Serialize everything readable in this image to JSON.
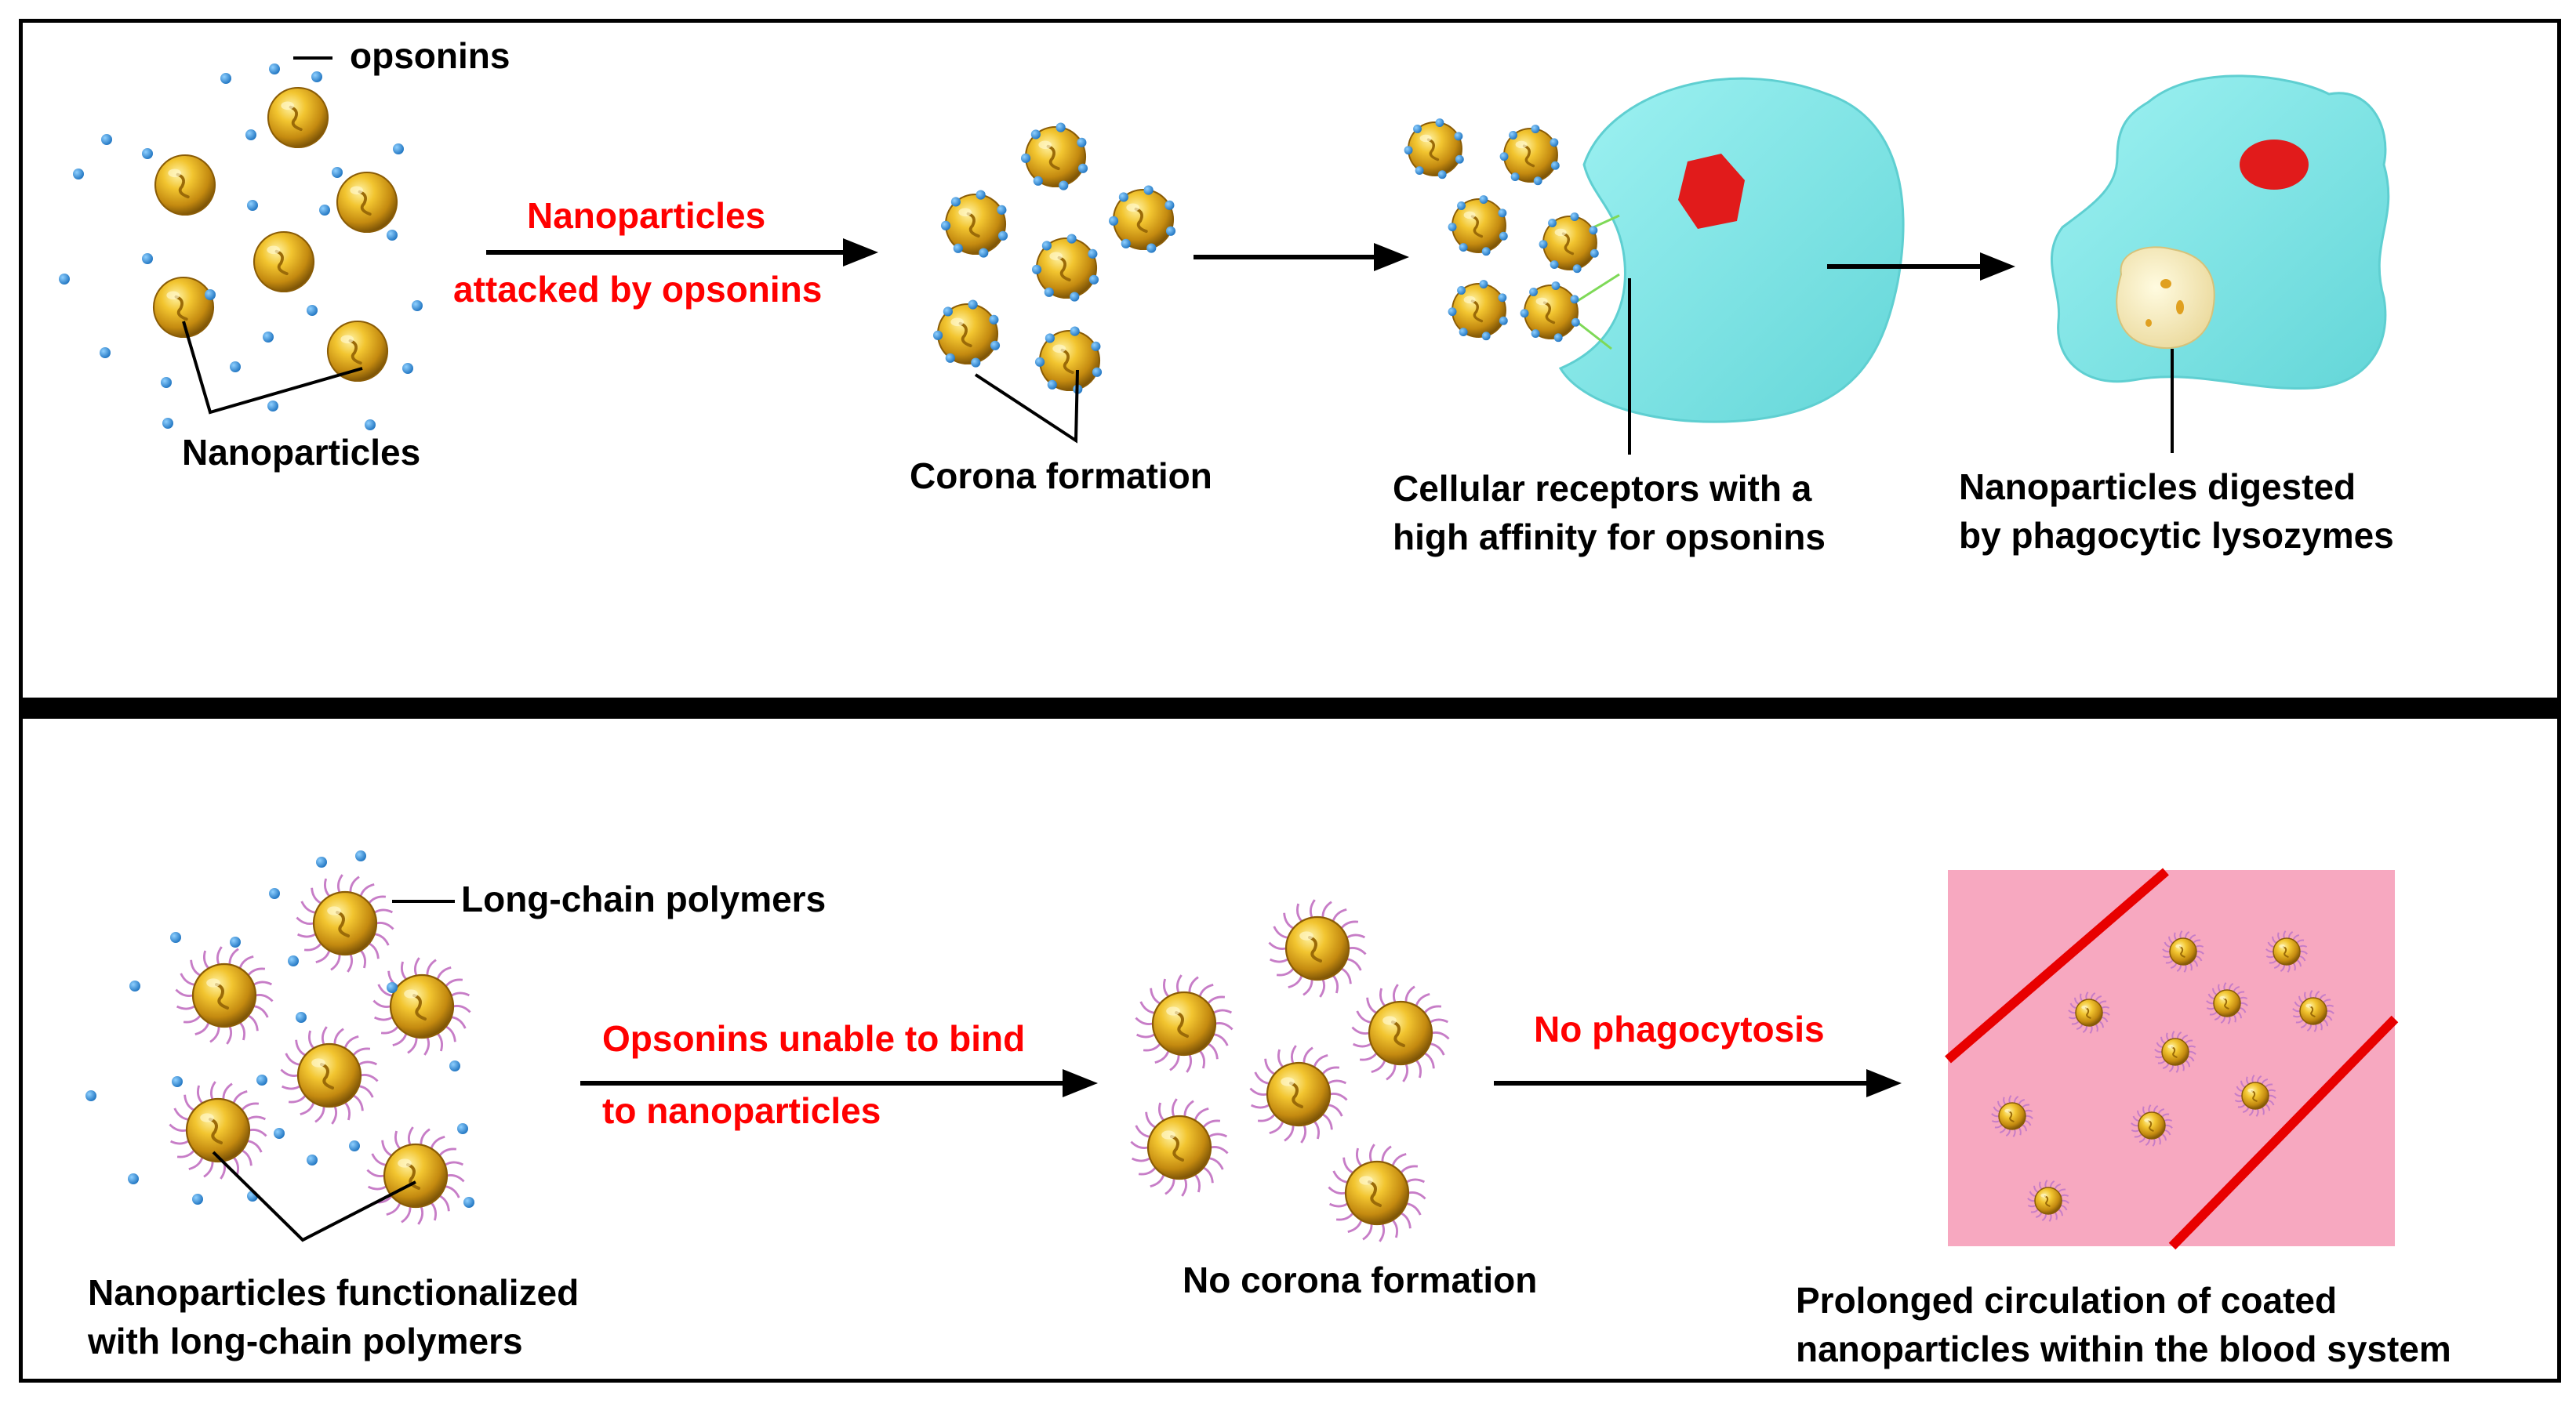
{
  "top_panel": {
    "opsonins_label": "opsonins",
    "nanoparticles_label": "Nanoparticles",
    "arrow1_line1": "Nanoparticles",
    "arrow1_line2": "attacked by opsonins",
    "corona_label": "Corona formation",
    "receptors_line1": "Cellular receptors with a",
    "receptors_line2": "high affinity for opsonins",
    "digested_line1": "Nanoparticles digested",
    "digested_line2": "by phagocytic lysozymes"
  },
  "bottom_panel": {
    "polymers_label": "Long-chain polymers",
    "arrow1_line1": "Opsonins unable to bind",
    "arrow1_line2": "to nanoparticles",
    "arrow2_label": "No phagocytosis",
    "functionalized_line1": "Nanoparticles functionalized",
    "functionalized_line2": "with long-chain polymers",
    "no_corona_label": "No corona formation",
    "circulation_line1": "Prolonged circulation of coated",
    "circulation_line2": "nanoparticles within the blood system"
  },
  "colors": {
    "process_text": "#ff0000",
    "gold_particle": "#d9a520",
    "opsonin": "#2b8fd6",
    "cell": "#7fe6e6",
    "nucleus": "#e11b1b",
    "vessel_fill": "#f7a8c0",
    "vessel_wall": "#e80000",
    "polymer": "#c77dc7"
  }
}
